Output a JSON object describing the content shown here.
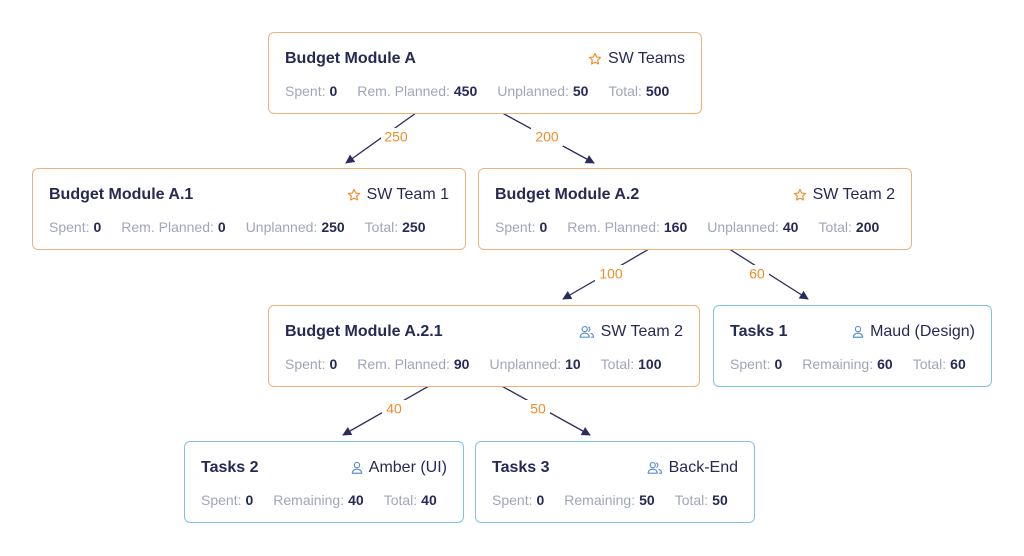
{
  "colors": {
    "budget_border": "#f4b07a",
    "task_border": "#7ec3ea",
    "edge": "#2b2c5e",
    "edge_label": "#f28c28",
    "title": "#252a55",
    "stat_label": "#a0a6b8"
  },
  "nodes": {
    "a": {
      "title": "Budget Module A",
      "owner": "SW Teams",
      "owner_icon": "star-icon",
      "spent_label": "Spent:",
      "spent": "0",
      "planned_label": "Rem. Planned:",
      "planned": "450",
      "unplanned_label": "Unplanned:",
      "unplanned": "50",
      "total_label": "Total:",
      "total": "500"
    },
    "a1": {
      "title": "Budget Module A.1",
      "owner": "SW Team 1",
      "owner_icon": "star-icon",
      "spent_label": "Spent:",
      "spent": "0",
      "planned_label": "Rem. Planned:",
      "planned": "0",
      "unplanned_label": "Unplanned:",
      "unplanned": "250",
      "total_label": "Total:",
      "total": "250"
    },
    "a2": {
      "title": "Budget Module A.2",
      "owner": "SW Team 2",
      "owner_icon": "star-icon",
      "spent_label": "Spent:",
      "spent": "0",
      "planned_label": "Rem. Planned:",
      "planned": "160",
      "unplanned_label": "Unplanned:",
      "unplanned": "40",
      "total_label": "Total:",
      "total": "200"
    },
    "a21": {
      "title": "Budget Module A.2.1",
      "owner": "SW Team 2",
      "owner_icon": "users-icon",
      "spent_label": "Spent:",
      "spent": "0",
      "planned_label": "Rem. Planned:",
      "planned": "90",
      "unplanned_label": "Unplanned:",
      "unplanned": "10",
      "total_label": "Total:",
      "total": "100"
    },
    "t1": {
      "title": "Tasks 1",
      "owner": "Maud (Design)",
      "owner_icon": "user-icon",
      "spent_label": "Spent:",
      "spent": "0",
      "remaining_label": "Remaining:",
      "remaining": "60",
      "total_label": "Total:",
      "total": "60"
    },
    "t2": {
      "title": "Tasks 2",
      "owner": "Amber (UI)",
      "owner_icon": "user-icon",
      "spent_label": "Spent:",
      "spent": "0",
      "remaining_label": "Remaining:",
      "remaining": "40",
      "total_label": "Total:",
      "total": "40"
    },
    "t3": {
      "title": "Tasks 3",
      "owner": "Back-End",
      "owner_icon": "users-icon",
      "spent_label": "Spent:",
      "spent": "0",
      "remaining_label": "Remaining:",
      "remaining": "50",
      "total_label": "Total:",
      "total": "50"
    }
  },
  "edges": [
    {
      "from": "a",
      "to": "a1",
      "label": "250"
    },
    {
      "from": "a",
      "to": "a2",
      "label": "200"
    },
    {
      "from": "a2",
      "to": "a21",
      "label": "100"
    },
    {
      "from": "a2",
      "to": "t1",
      "label": "60"
    },
    {
      "from": "a21",
      "to": "t2",
      "label": "40"
    },
    {
      "from": "a21",
      "to": "t3",
      "label": "50"
    }
  ]
}
